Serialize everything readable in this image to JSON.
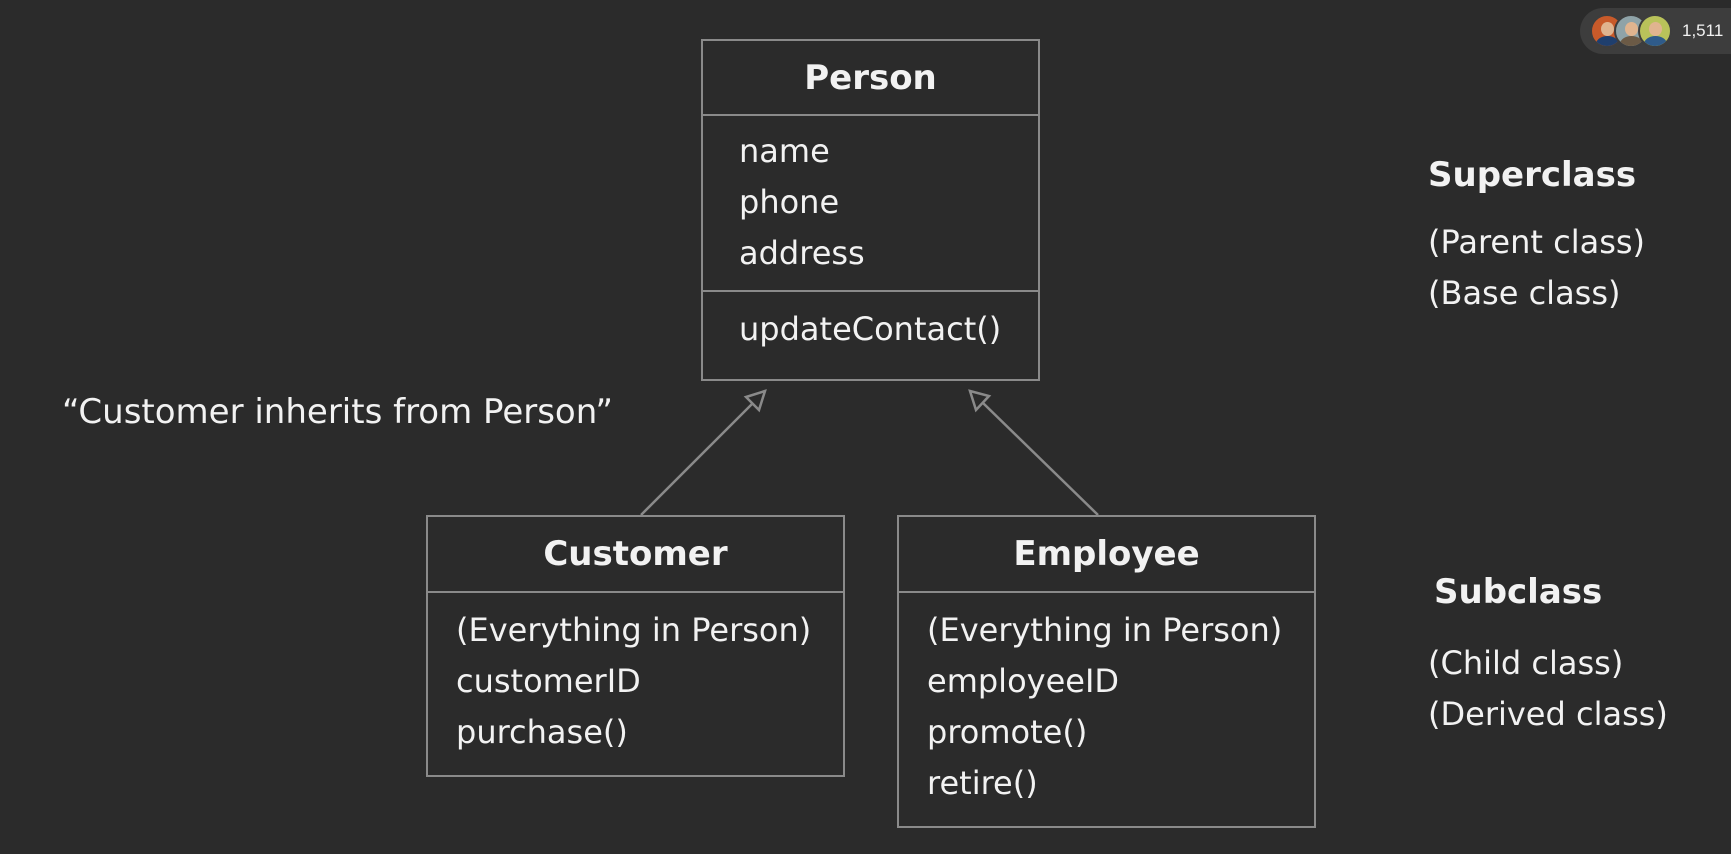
{
  "classes": {
    "person": {
      "title": "Person",
      "attributes": [
        "name",
        "phone",
        "address"
      ],
      "methods": [
        "updateContact()"
      ]
    },
    "customer": {
      "title": "Customer",
      "members": [
        "(Everything in Person)",
        "customerID",
        "purchase()"
      ]
    },
    "employee": {
      "title": "Employee",
      "members": [
        "(Everything in Person)",
        "employeeID",
        "promote()",
        "retire()"
      ]
    }
  },
  "caption": "“Customer inherits from Person”",
  "labels": {
    "superclass": {
      "heading": "Superclass",
      "subs": [
        "(Parent class)",
        "(Base class)"
      ]
    },
    "subclass": {
      "heading": "Subclass",
      "subs": [
        "(Child class)",
        "(Derived class)"
      ]
    }
  },
  "viewers": {
    "count": "1,511"
  },
  "colors": {
    "background": "#2b2b2b",
    "border": "#8a8a8a",
    "text": "#f2f2f2"
  }
}
